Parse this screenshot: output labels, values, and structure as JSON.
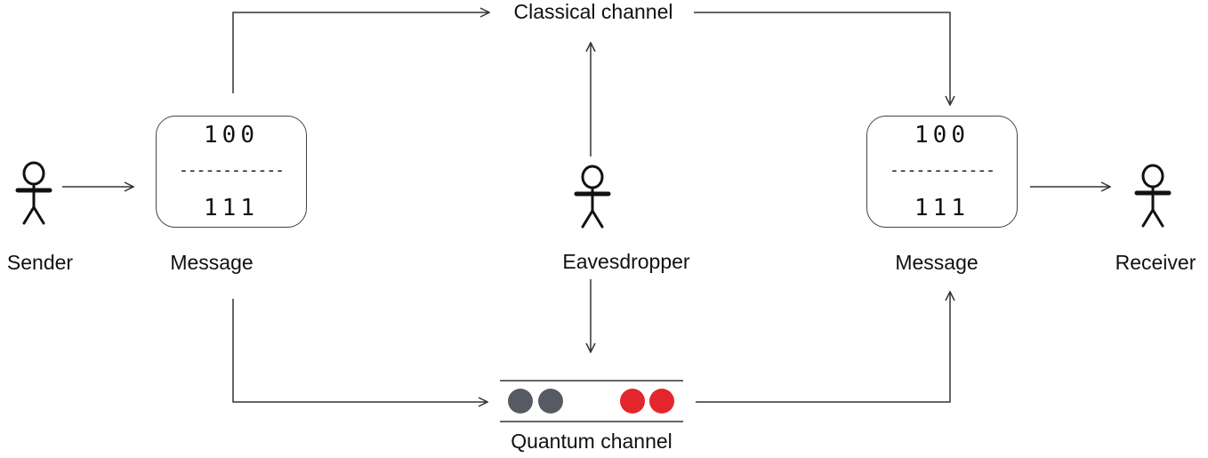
{
  "labels": {
    "classical_channel": "Classical channel",
    "quantum_channel": "Quantum channel",
    "sender": "Sender",
    "receiver": "Receiver",
    "eavesdropper": "Eavesdropper",
    "message_left": "Message",
    "message_right": "Message"
  },
  "message_left": {
    "top_bits": "100",
    "separator": "------------",
    "bottom_bits": "111"
  },
  "message_right": {
    "top_bits": "100",
    "separator": "------------",
    "bottom_bits": "111"
  },
  "photons": [
    {
      "color": "#555a63"
    },
    {
      "color": "#555a63"
    },
    {
      "color": "#e3262b"
    },
    {
      "color": "#e3262b"
    }
  ],
  "colors": {
    "line": "#333333",
    "text": "#111111"
  }
}
